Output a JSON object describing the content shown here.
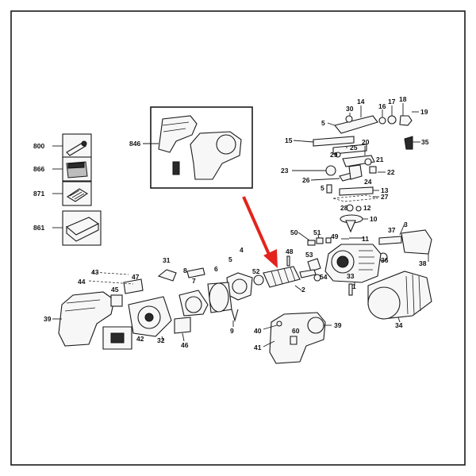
{
  "labels": {
    "l800": "800",
    "l866": "866",
    "l871": "871",
    "l861": "861",
    "l846": "846",
    "l30": "30",
    "l14": "14",
    "l16": "16",
    "l17": "17",
    "l18": "18",
    "l19": "19",
    "l5a": "5",
    "l35": "35",
    "l15": "15",
    "l25": "25",
    "l20": "20",
    "l29": "29",
    "l21": "21",
    "l22": "22",
    "l23": "23",
    "l26": "26",
    "l24": "24",
    "l5b": "5",
    "l13": "13",
    "l27": "27",
    "l28": "28",
    "l12": "12",
    "l10": "10",
    "l3": "3",
    "l37": "37",
    "l50": "50",
    "l51": "51",
    "l49": "49",
    "l11": "11",
    "l36": "36",
    "l38": "38",
    "l48": "48",
    "l53": "53",
    "l54": "54",
    "l33": "33",
    "l1": "1",
    "l31": "31",
    "l8": "8",
    "l5c": "5",
    "l4": "4",
    "l52": "52",
    "l2": "2",
    "l43": "43",
    "l44": "44",
    "l45": "45",
    "l47": "47",
    "l7": "7",
    "l6": "6",
    "l9": "9",
    "l39a": "39",
    "l42": "42",
    "l32": "32",
    "l46": "46",
    "l40": "40",
    "l60": "60",
    "l39b": "39",
    "l41": "41",
    "l34": "34"
  },
  "colors": {
    "line": "#1a1a1a",
    "arrow": "#e3231c",
    "background": "#ffffff"
  }
}
